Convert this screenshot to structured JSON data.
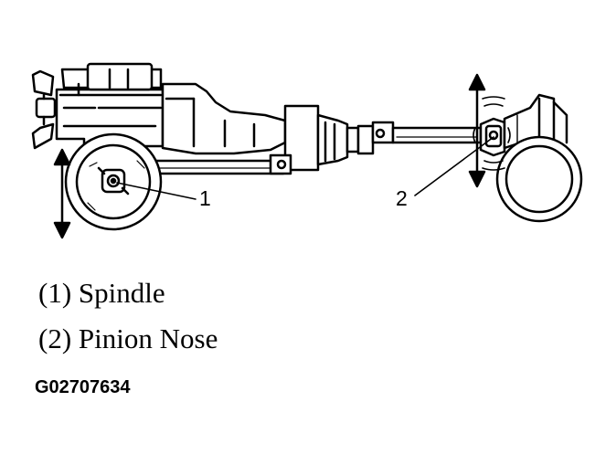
{
  "callouts": {
    "label_1": "1",
    "label_2": "2"
  },
  "legend": [
    {
      "text": "(1) Spindle"
    },
    {
      "text": "(2) Pinion Nose"
    }
  ],
  "figure_id": "G02707634",
  "icons": {
    "vehicle_drawing": "drivetrain-chassis-illustration",
    "front_wheel": "wheel-icon",
    "rear_wheel": "wheel-icon",
    "engine": "engine-icon",
    "transmission": "transmission-icon",
    "transfer_case": "transfer-case-icon",
    "front_driveshaft": "driveshaft-icon",
    "rear_driveshaft": "driveshaft-icon",
    "vertical_motion_arrow": "double-arrow-icon"
  }
}
